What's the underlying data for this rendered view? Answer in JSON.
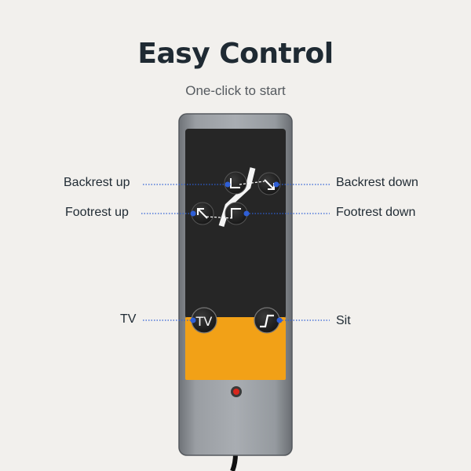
{
  "header": {
    "title": "Easy Control",
    "subtitle": "One-click to start"
  },
  "labels": {
    "backrest_up": "Backrest up",
    "backrest_down": "Backrest down",
    "footrest_up": "Footrest up",
    "footrest_down": "Footrest down",
    "tv": "TV",
    "sit": "Sit"
  },
  "buttons": {
    "tv_glyph": "TV"
  },
  "colors": {
    "background": "#f2f0ed",
    "accent_orange": "#f2a117",
    "leader_blue": "#2f5fd6",
    "panel_black": "#262626",
    "remote_body": "#8c9095",
    "indicator_red": "#d8261c"
  },
  "icons": [
    "backrest-up-icon",
    "backrest-down-icon",
    "footrest-up-icon",
    "footrest-down-icon",
    "recline-icon",
    "tv-icon",
    "sit-icon",
    "power-led-icon"
  ]
}
